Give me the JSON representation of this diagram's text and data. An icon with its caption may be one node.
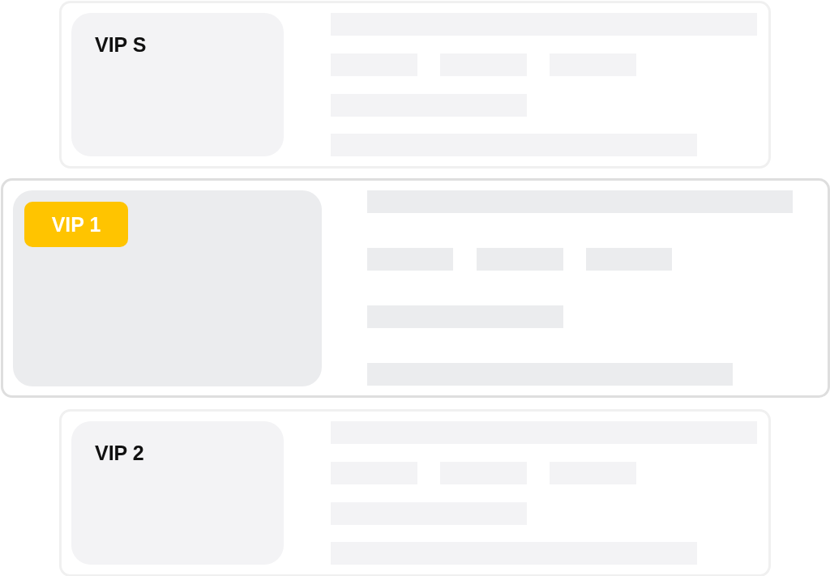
{
  "diagram": {
    "nodes": [
      {
        "text": [],
        "shape": "box"
      },
      {
        "text": [
          "VIP S"
        ],
        "in": 0
      },
      {
        "text": [],
        "shape": "box"
      },
      {
        "text": [],
        "shape": "box",
        "in": 2
      },
      {
        "text": [
          "VIP 1"
        ],
        "in": 3
      },
      {
        "text": [],
        "shape": "box"
      },
      {
        "text": [
          "VIP 2"
        ],
        "in": 5
      }
    ]
  }
}
